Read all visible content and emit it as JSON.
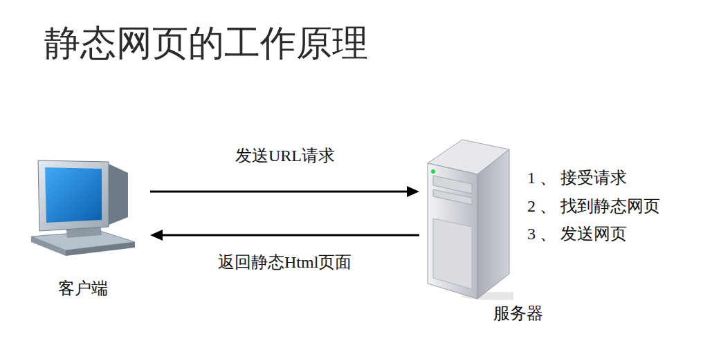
{
  "diagram": {
    "title": "静态网页的工作原理",
    "nodes": [
      {
        "text": [
          "客户端"
        ]
      },
      {
        "text": [
          "服务器"
        ]
      }
    ],
    "edges": [
      {
        "from": 0,
        "to": 1,
        "label": "发送URL请求",
        "arrow": "to"
      },
      {
        "from": 1,
        "to": 0,
        "label": "返回静态Html页面",
        "arrow": "to"
      }
    ],
    "labels": [
      "1 、 接受请求",
      "2 、 找到静态网页",
      "3 、 发送网页"
    ]
  }
}
